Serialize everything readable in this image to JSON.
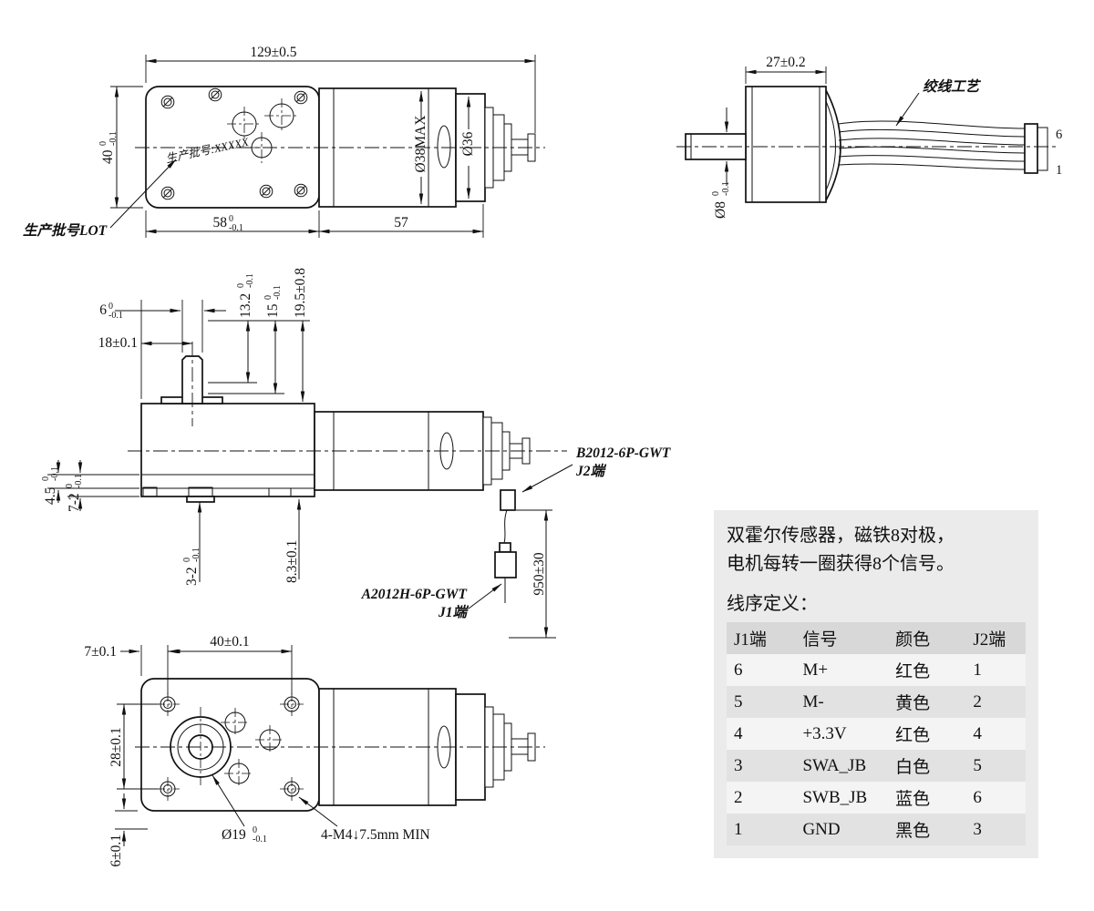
{
  "top_view": {
    "dim_overall": "129±0.5",
    "dim_width": {
      "v": "40",
      "tp": "0",
      "tm": "-0.1"
    },
    "dim_motor_dia": "Ø38MAX",
    "dim_cap_dia": "Ø36",
    "dim_gearbox_len": {
      "v": "58",
      "tp": "0",
      "tm": "-0.1"
    },
    "dim_motor_len": "57",
    "batch_marking": "生产批号:XXXXX",
    "batch_label": "生产批号LOT"
  },
  "end_view": {
    "dim_width": "27±0.2",
    "wire_label": "绞线工艺",
    "dim_shaft": {
      "v": "Ø8",
      "tp": "0",
      "tm": "-0.1"
    },
    "pin_top": "6",
    "pin_bottom": "1"
  },
  "side_view": {
    "dim_shaft_dia": {
      "v": "6",
      "tp": "0",
      "tm": "-0.1"
    },
    "dim_shaft_pos": "18±0.1",
    "dim_h1": {
      "v": "13.2",
      "tp": "0",
      "tm": "-0.1"
    },
    "dim_h2": {
      "v": "15",
      "tp": "0",
      "tm": "-0.1"
    },
    "dim_h3": "19.5±0.8",
    "dim_step1": {
      "v": "4.5",
      "tp": "0",
      "tm": "-0.1"
    },
    "dim_step2": {
      "v": "7-2",
      "tp": "0",
      "tm": "-0.1"
    },
    "dim_slot": {
      "v": "3-2",
      "tp": "0",
      "tm": "-0.1"
    },
    "dim_offset": "8.3±0.1",
    "dim_wire_len": "950±30",
    "j2_label_line1": "B2012-6P-GWT",
    "j2_label_line2": "J2端",
    "j1_label_line1": "A2012H-6P-GWT",
    "j1_label_line2": "J1端"
  },
  "bottom_view": {
    "dim_edge": "7±0.1",
    "dim_hole_span": "40±0.1",
    "dim_hole_span_v": "28±0.1",
    "dim_depth": "6±0.1",
    "dim_boss_dia": {
      "v": "Ø19",
      "tp": "0",
      "tm": "-0.1"
    },
    "thread_note": "4-M4↓7.5mm MIN"
  },
  "info_panel": {
    "note_line1": "双霍尔传感器，磁铁8对极，",
    "note_line2": "电机每转一圈获得8个信号。",
    "title": "线序定义：",
    "headers": [
      "J1端",
      "信号",
      "颜色",
      "J2端"
    ],
    "rows": [
      [
        "6",
        "M+",
        "红色",
        "1"
      ],
      [
        "5",
        "M-",
        "黄色",
        "2"
      ],
      [
        "4",
        "+3.3V",
        "红色",
        "4"
      ],
      [
        "3",
        "SWA_JB",
        "白色",
        "5"
      ],
      [
        "2",
        "SWB_JB",
        "蓝色",
        "6"
      ],
      [
        "1",
        "GND",
        "黑色",
        "3"
      ]
    ]
  }
}
